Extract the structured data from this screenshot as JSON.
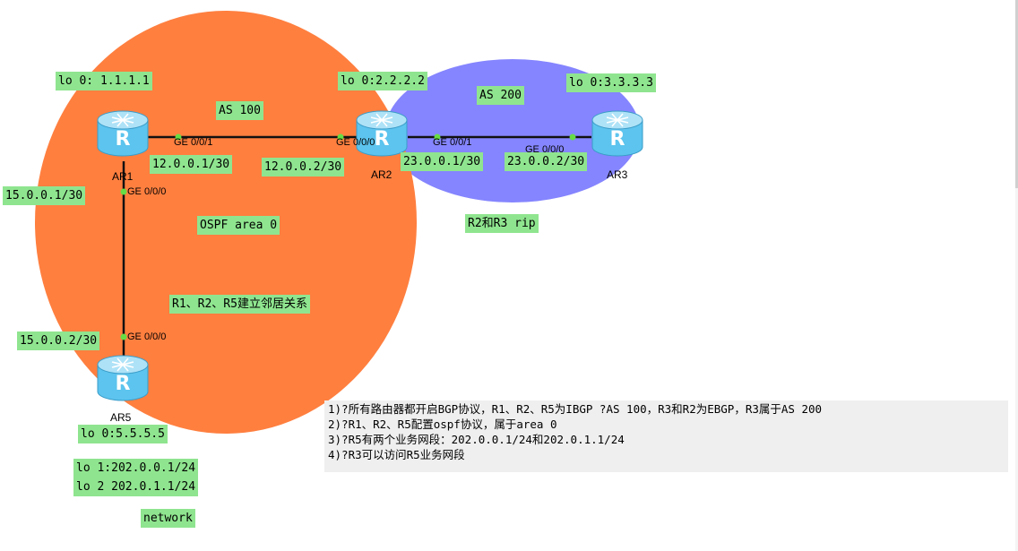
{
  "colors": {
    "as100_area": "#ff7f3f",
    "as200_area": "#8585ff",
    "label_bg": "#8fe58f",
    "link": "#111111",
    "port_dot": "#66dd44",
    "router_body": "#5cc4ee",
    "notes_bg": "#efefef"
  },
  "routers": [
    {
      "id": "AR1",
      "name": "AR1"
    },
    {
      "id": "AR2",
      "name": "AR2"
    },
    {
      "id": "AR3",
      "name": "AR3"
    },
    {
      "id": "AR5",
      "name": "AR5"
    }
  ],
  "router_icon_letter": "R",
  "ports": {
    "ar1_to_ar2": "GE 0/0/1",
    "ar2_to_ar1": "GE 0/0/0",
    "ar2_to_ar3": "GE 0/0/1",
    "ar3_to_ar2": "GE 0/0/0",
    "ar1_to_ar5": "GE 0/0/0",
    "ar5_to_ar1": "GE 0/0/0"
  },
  "labels": {
    "lo_ar1": "lo 0: 1.1.1.1",
    "lo_ar2": "lo 0:2.2.2.2",
    "lo_ar3": "lo 0:3.3.3.3",
    "as100": "AS 100",
    "as200": "AS 200",
    "ip_ar1_g1": "12.0.0.1/30",
    "ip_ar2_g0": "12.0.0.2/30",
    "ip_ar2_g1": "23.0.0.1/30",
    "ip_ar3_g0": "23.0.0.2/30",
    "ip_ar1_g0": "15.0.0.1/30",
    "ip_ar5_g0": "15.0.0.2/30",
    "ospf_area": "OSPF area 0",
    "rip": "R2和R3 rip",
    "neighbors": "R1、R2、R5建立邻居关系",
    "lo_ar5_0": "lo 0:5.5.5.5",
    "lo_ar5_1": "lo 1:202.0.0.1/24",
    "lo_ar5_2": "lo 2 202.0.1.1/24",
    "network": "network"
  },
  "notes": [
    "1)?所有路由器都开启BGP协议，R1、R2、R5为IBGP ?AS 100，R3和R2为EBGP，R3属于AS 200",
    "2)?R1、R2、R5配置ospf协议，属于area 0",
    "3)?R5有两个业务网段：202.0.0.1/24和202.0.1.1/24",
    "4)?R3可以访问R5业务网段"
  ]
}
